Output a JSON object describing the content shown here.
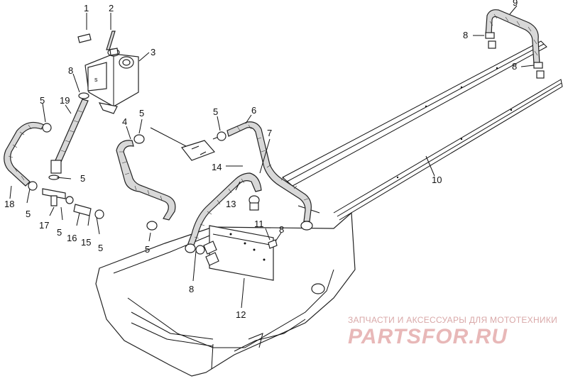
{
  "diagram": {
    "callouts": {
      "c1": "1",
      "c2": "2",
      "c3": "3",
      "c4": "4",
      "c5a": "5",
      "c5b": "5",
      "c5c": "5",
      "c5d": "5",
      "c5e": "5",
      "c5f": "5",
      "c5g": "5",
      "c5h": "5",
      "c6": "6",
      "c7": "7",
      "c8a": "8",
      "c8b": "8",
      "c8c": "8",
      "c8d": "8",
      "c8e": "8",
      "c9": "9",
      "c10": "10",
      "c11": "11",
      "c12": "12",
      "c13": "13",
      "c14": "14",
      "c15": "15",
      "c16": "16",
      "c17": "17",
      "c18": "18",
      "c19": "19"
    }
  },
  "watermark": {
    "tagline": "ЗАПЧАСТИ И АКСЕССУАРЫ ДЛЯ МОТОТЕХНИКИ",
    "logo": "PARTSFOR.RU",
    "color": "#e8b8b8"
  }
}
